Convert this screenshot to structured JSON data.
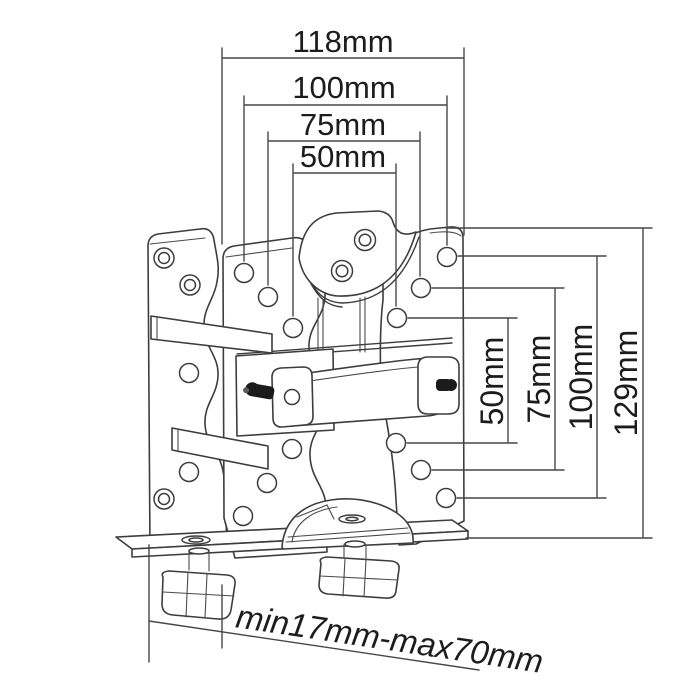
{
  "figure": {
    "type": "technical-dimension-drawing",
    "subject": "VESA adapter bracket with desk clamp and thumb screws",
    "background_color": "#ffffff",
    "line_color": "#3d3d3d",
    "text_color": "#1c1c1c"
  },
  "dimensions": {
    "top": [
      {
        "id": "vesa-width-118",
        "label": "118mm"
      },
      {
        "id": "vesa-width-100",
        "label": "100mm"
      },
      {
        "id": "vesa-width-75",
        "label": "75mm"
      },
      {
        "id": "vesa-width-50",
        "label": "50mm"
      }
    ],
    "right": [
      {
        "id": "vesa-height-50",
        "label": "50mm"
      },
      {
        "id": "vesa-height-75",
        "label": "75mm"
      },
      {
        "id": "vesa-height-100",
        "label": "100mm"
      },
      {
        "id": "plate-height-129",
        "label": "129mm"
      }
    ],
    "bottom": [
      {
        "id": "clamp-range",
        "label": "min17mm-max70mm"
      }
    ]
  }
}
